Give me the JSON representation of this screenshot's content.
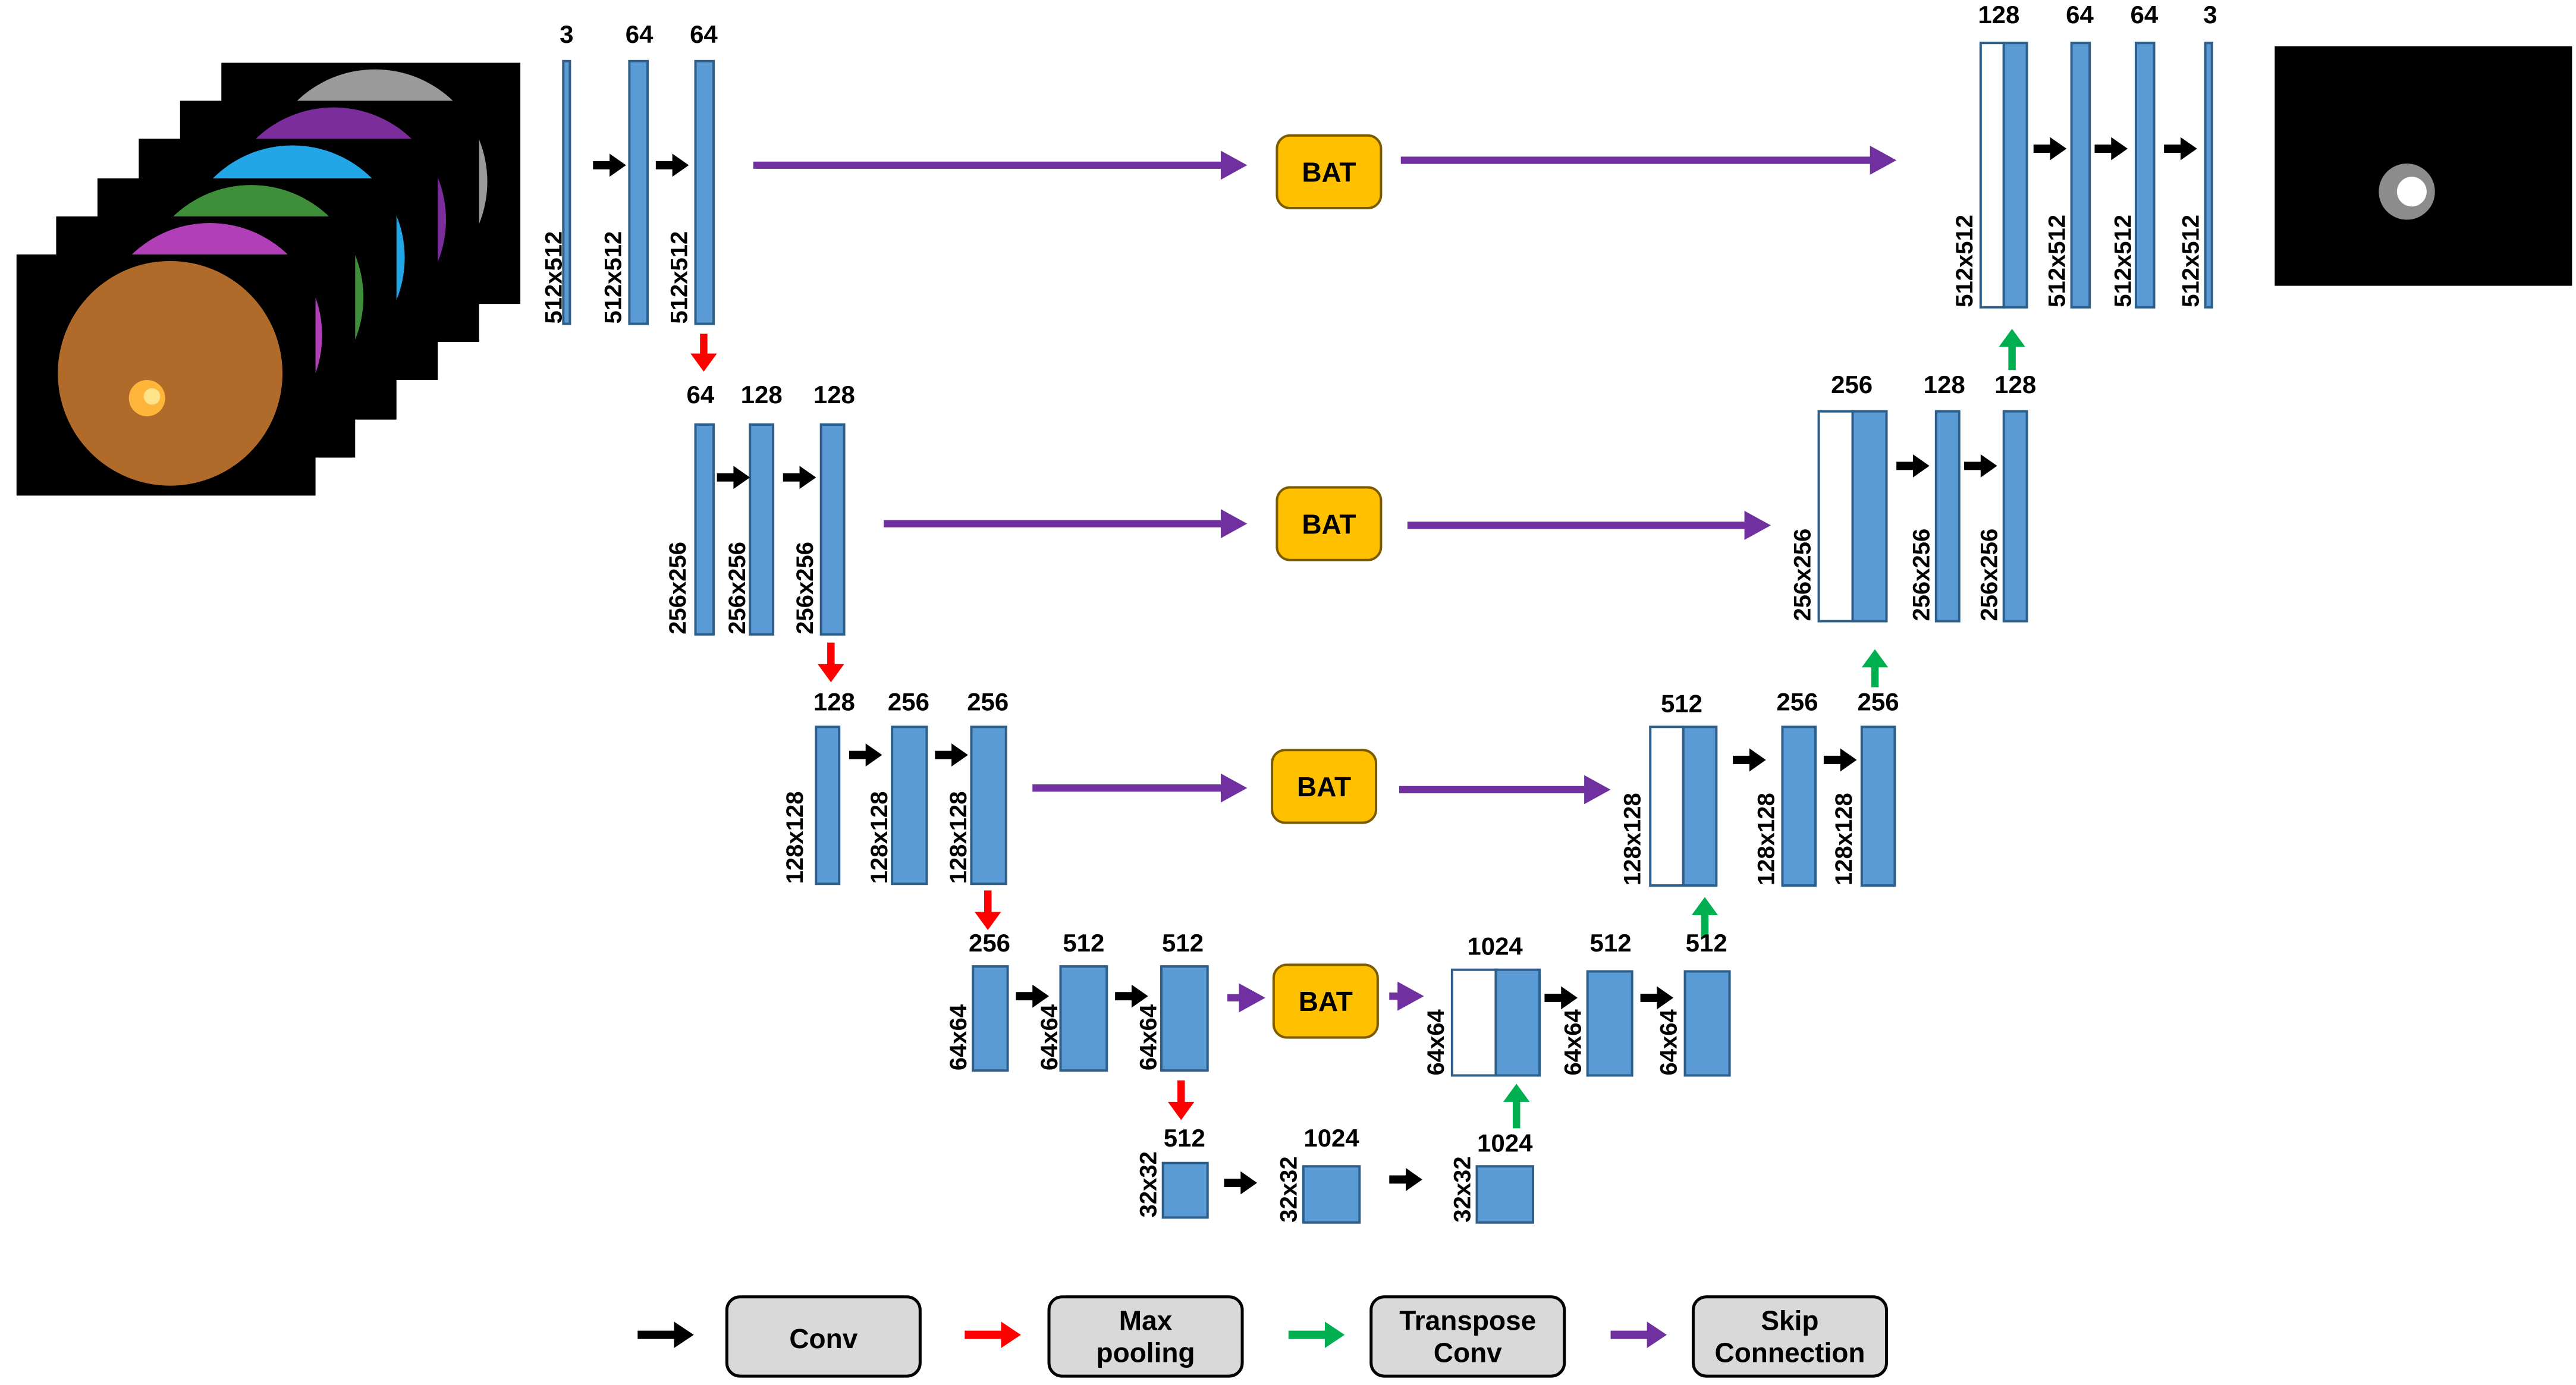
{
  "colors": {
    "block_fill": "#5b9bd5",
    "block_stroke": "#2e5f8a",
    "concat_fill": "#ffffff",
    "conv_arrow": "#000000",
    "pool_arrow": "#ff0000",
    "upconv_arrow": "#00b050",
    "skip_arrow": "#7030a0",
    "bat_fill": "#ffc000",
    "legend_fill": "#d9d9d9"
  },
  "input_images": [
    {
      "name": "grayscale-channel",
      "color": "#9a9a9a"
    },
    {
      "name": "purple-channel",
      "color": "#7b2d9c"
    },
    {
      "name": "cyan-channel",
      "color": "#22a6e8"
    },
    {
      "name": "green-channel",
      "color": "#3f8f3a"
    },
    {
      "name": "magenta-channel",
      "color": "#b03fb8"
    },
    {
      "name": "original-fundus",
      "color": "#b06a2a"
    }
  ],
  "encoder": {
    "level1": {
      "channels": [
        "3",
        "64",
        "64"
      ],
      "size": "512x512"
    },
    "level2": {
      "channels": [
        "64",
        "128",
        "128"
      ],
      "size": "256x256"
    },
    "level3": {
      "channels": [
        "128",
        "256",
        "256"
      ],
      "size": "128x128"
    },
    "level4": {
      "channels": [
        "256",
        "512",
        "512"
      ],
      "size": "64x64"
    }
  },
  "bottleneck": {
    "channels": [
      "512",
      "1024",
      "1024"
    ],
    "size": "32x32"
  },
  "decoder": {
    "level4": {
      "channels": [
        "1024",
        "512",
        "512"
      ],
      "size": "64x64"
    },
    "level3": {
      "channels": [
        "512",
        "256",
        "256"
      ],
      "size": "128x128"
    },
    "level2": {
      "channels": [
        "256",
        "128",
        "128"
      ],
      "size": "256x256"
    },
    "level1": {
      "channels": [
        "128",
        "64",
        "64",
        "3"
      ],
      "size": "512x512"
    }
  },
  "bat_label": "BAT",
  "legend": [
    {
      "type": "conv",
      "label": "Conv"
    },
    {
      "type": "pool",
      "label": "Max\npooling"
    },
    {
      "type": "upconv",
      "label": "Transpose\nConv"
    },
    {
      "type": "skip",
      "label": "Skip\nConnection"
    }
  ]
}
